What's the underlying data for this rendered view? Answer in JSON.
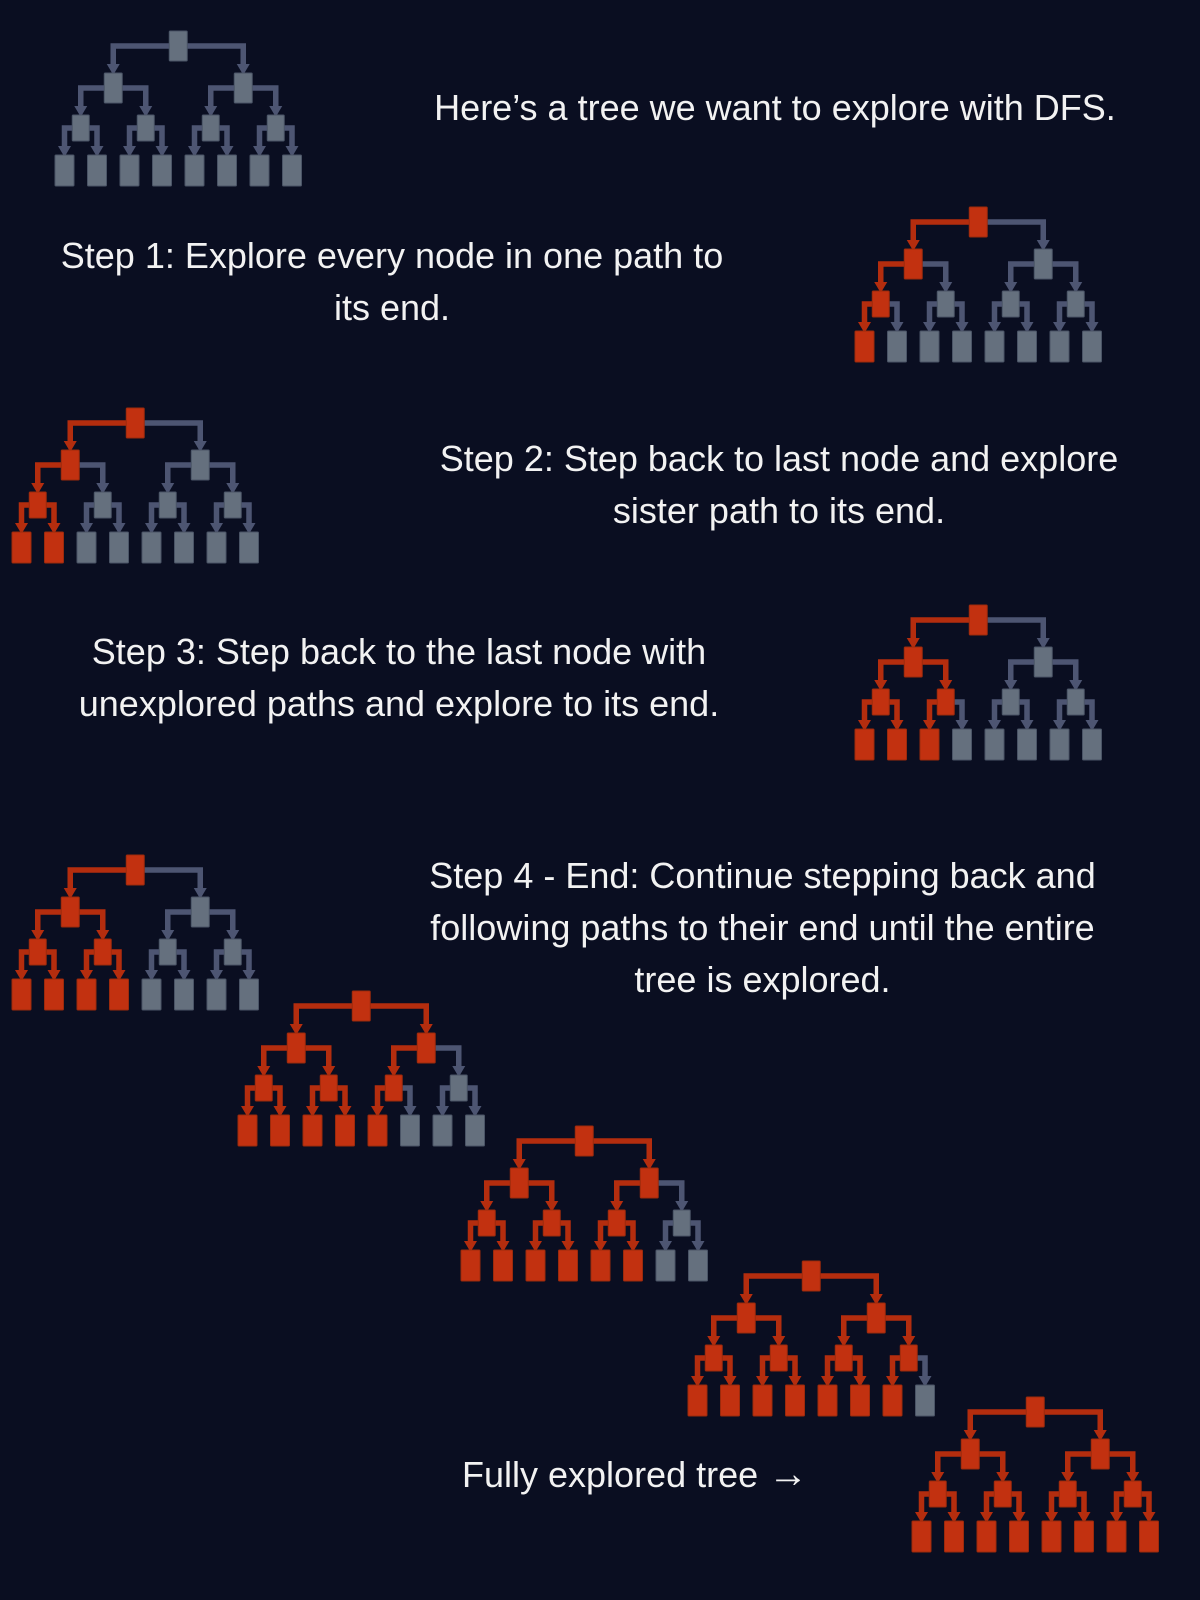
{
  "page": {
    "background_color": "#0a0e21",
    "text_color": "#f2f2f2"
  },
  "colors": {
    "explored_node": "#c23110",
    "explored_edge": "#b42d0e",
    "unexplored_node": "#65707e",
    "unexplored_edge": "#4d5572"
  },
  "captions": [
    {
      "name": "intro",
      "lines": [
        "Here’s a tree we want to explore with DFS."
      ]
    },
    {
      "name": "step-1",
      "lines": [
        "Step 1: Explore every node in one path to",
        "its end."
      ]
    },
    {
      "name": "step-2",
      "lines": [
        "Step 2: Step back to last node and explore",
        "sister path to its end."
      ]
    },
    {
      "name": "step-3",
      "lines": [
        "Step 3: Step back to the last node with",
        "unexplored paths and explore to its end."
      ]
    },
    {
      "name": "step-4",
      "lines": [
        "Step 4 - End: Continue stepping back and",
        "following paths to their end until the entire",
        "tree is explored."
      ]
    },
    {
      "name": "fully-explored",
      "text": "Fully explored tree",
      "arrow": "→"
    }
  ],
  "trees": [
    {
      "name": "initial-unexplored-tree",
      "red_nodes": [],
      "red_edges": []
    },
    {
      "name": "step-1-tree",
      "red_nodes": [
        "root",
        "L",
        "LL",
        "l1"
      ],
      "red_edges": [
        "root-L",
        "L-LL",
        "LL-l1"
      ]
    },
    {
      "name": "step-2-tree",
      "red_nodes": [
        "root",
        "L",
        "LL",
        "l1",
        "l2"
      ],
      "red_edges": [
        "root-L",
        "L-LL",
        "LL-l1",
        "LL-l2"
      ]
    },
    {
      "name": "step-3-tree",
      "red_nodes": [
        "root",
        "L",
        "LL",
        "LR",
        "l1",
        "l2",
        "l3"
      ],
      "red_edges": [
        "root-L",
        "L-LL",
        "L-LR",
        "LL-l1",
        "LL-l2",
        "LR-l3"
      ]
    },
    {
      "name": "step-4-tree-a",
      "red_nodes": [
        "root",
        "L",
        "LL",
        "LR",
        "l1",
        "l2",
        "l3",
        "l4"
      ],
      "red_edges": [
        "root-L",
        "L-LL",
        "L-LR",
        "LL-l1",
        "LL-l2",
        "LR-l3",
        "LR-l4"
      ]
    },
    {
      "name": "step-4-tree-b",
      "red_nodes": [
        "root",
        "L",
        "LL",
        "LR",
        "l1",
        "l2",
        "l3",
        "l4",
        "R",
        "RL",
        "l5"
      ],
      "red_edges": [
        "root-L",
        "L-LL",
        "L-LR",
        "LL-l1",
        "LL-l2",
        "LR-l3",
        "LR-l4",
        "root-R",
        "R-RL",
        "RL-l5"
      ]
    },
    {
      "name": "step-4-tree-c",
      "red_nodes": [
        "root",
        "L",
        "LL",
        "LR",
        "l1",
        "l2",
        "l3",
        "l4",
        "R",
        "RL",
        "l5",
        "l6"
      ],
      "red_edges": [
        "root-L",
        "L-LL",
        "L-LR",
        "LL-l1",
        "LL-l2",
        "LR-l3",
        "LR-l4",
        "root-R",
        "R-RL",
        "RL-l5",
        "RL-l6"
      ]
    },
    {
      "name": "step-4-tree-d",
      "red_nodes": [
        "root",
        "L",
        "LL",
        "LR",
        "l1",
        "l2",
        "l3",
        "l4",
        "R",
        "RL",
        "l5",
        "l6",
        "RR",
        "l7"
      ],
      "red_edges": [
        "root-L",
        "L-LL",
        "L-LR",
        "LL-l1",
        "LL-l2",
        "LR-l3",
        "LR-l4",
        "root-R",
        "R-RL",
        "RL-l5",
        "RL-l6",
        "R-RR",
        "RR-l7"
      ]
    },
    {
      "name": "fully-explored-tree",
      "red_nodes": [
        "root",
        "L",
        "LL",
        "LR",
        "l1",
        "l2",
        "l3",
        "l4",
        "R",
        "RL",
        "l5",
        "l6",
        "RR",
        "l7",
        "l8"
      ],
      "red_edges": [
        "root-L",
        "L-LL",
        "L-LR",
        "LL-l1",
        "LL-l2",
        "LR-l3",
        "LR-l4",
        "root-R",
        "R-RL",
        "RL-l5",
        "RL-l6",
        "R-RR",
        "RR-l7",
        "RR-l8"
      ]
    }
  ]
}
